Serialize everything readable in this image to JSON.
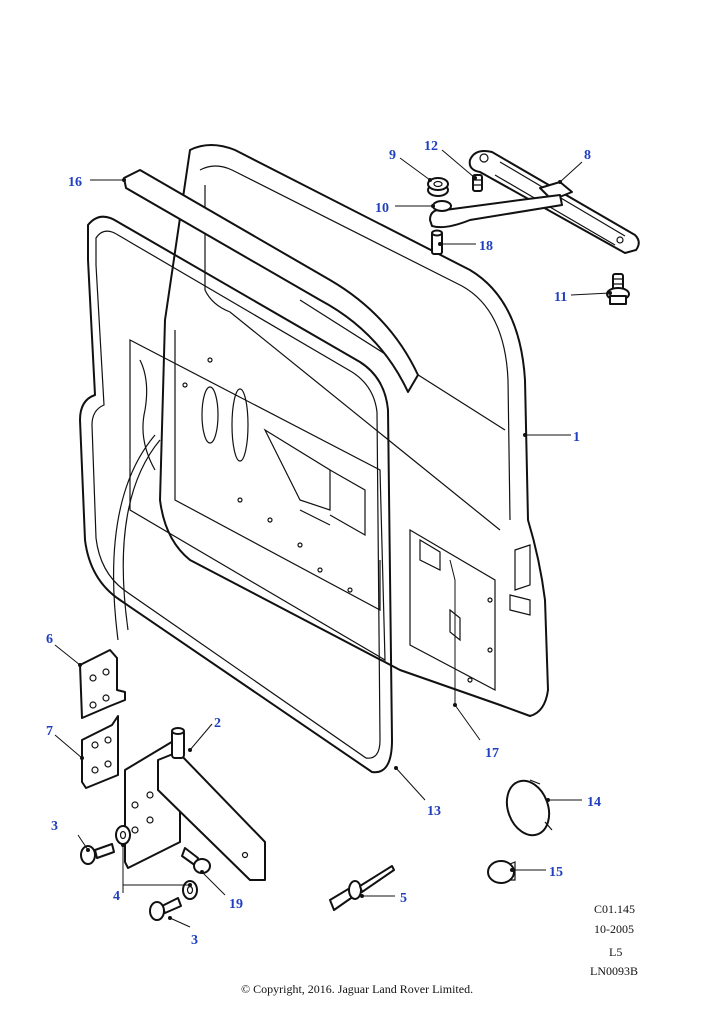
{
  "callouts": {
    "c1": "1",
    "c2": "2",
    "c3a": "3",
    "c3b": "3",
    "c4": "4",
    "c5": "5",
    "c6": "6",
    "c7": "7",
    "c8": "8",
    "c9": "9",
    "c10": "10",
    "c11": "11",
    "c12": "12",
    "c13": "13",
    "c14": "14",
    "c15": "15",
    "c16": "16",
    "c17": "17",
    "c18": "18",
    "c19": "19"
  },
  "reference": {
    "code": "C01.145",
    "date": "10-2005",
    "level": "L5",
    "illustration": "LN0093B"
  },
  "copyright": "© Copyright, 2016. Jaguar Land Rover Limited.",
  "colors": {
    "callout": "#1f3fbf",
    "line": "#111111"
  }
}
